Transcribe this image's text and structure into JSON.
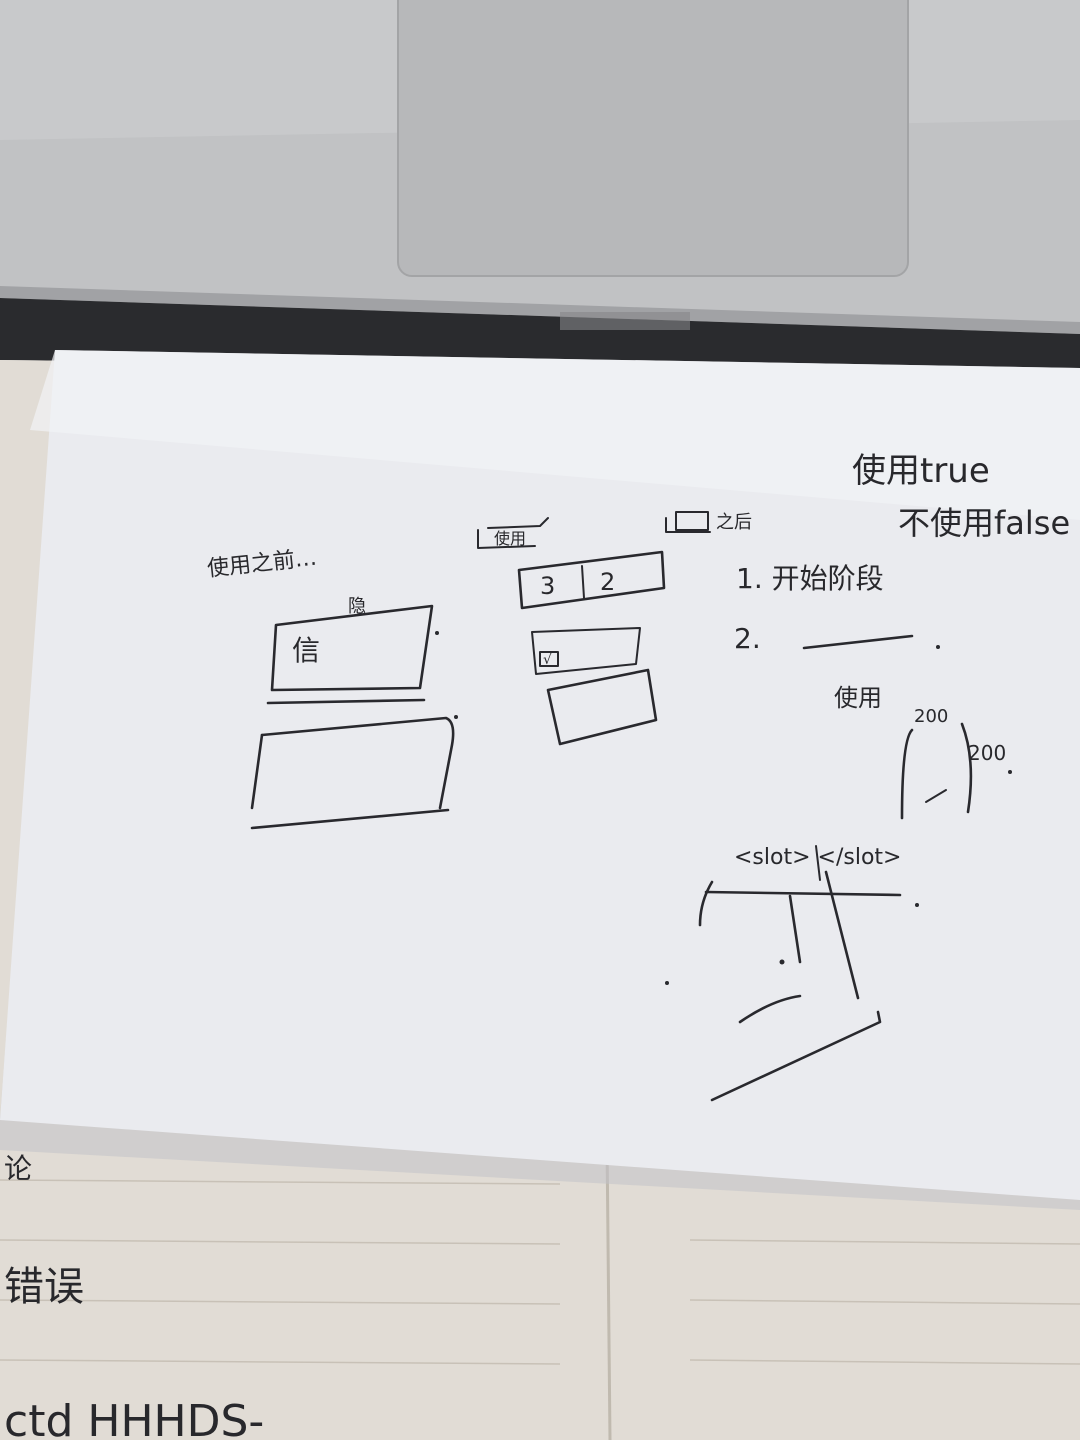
{
  "notes": {
    "uses_true": "使用true",
    "no_use_false": "不使用false",
    "before_use": "使用之前…",
    "label_box_a": "隐",
    "box_a_text": "信",
    "after_use": "使用",
    "tab_box": "3",
    "tab_box_2": "2",
    "checkbox_mark": "√",
    "after_label": "之后",
    "step_1": "1. 开始阶段",
    "step_2": "2.",
    "use_label": "使用",
    "height_label": "200",
    "width_label": "200",
    "slot_tags": "<slot> </slot>"
  },
  "underlying_notebook": {
    "line_1": "论",
    "line_2": "错误",
    "line_3": "ctd  HHHDS-"
  }
}
